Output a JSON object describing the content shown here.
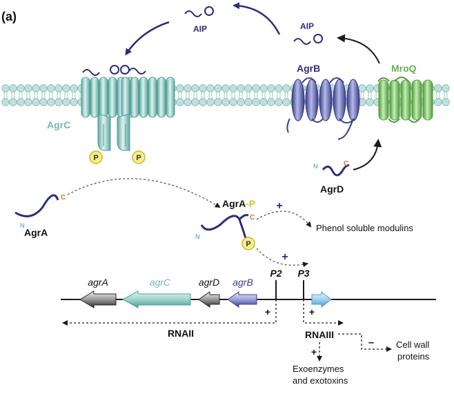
{
  "panel_label": "(a)",
  "aip_label_left": "AIP",
  "aip_label_right": "AIP",
  "proteins": {
    "agrB": "AgrB",
    "mroQ": "MroQ",
    "agrC": "AgrC",
    "agrD": "AgrD",
    "agrA": "AgrA",
    "agrA_p_main": "AgrA",
    "agrA_p_suffix": "-P"
  },
  "terminals": {
    "n": "N",
    "c": "C"
  },
  "phospho": "P",
  "signs": {
    "plus": "+",
    "minus": "–"
  },
  "outputs": {
    "psm": "Phenol soluble modulins",
    "exo_line1": "Exoenzymes",
    "exo_line2": "and exotoxins",
    "cwp_line1": "Cell wall",
    "cwp_line2": "proteins"
  },
  "genes": {
    "agrA": "agrA",
    "agrC": "agrC",
    "agrD": "agrD",
    "agrB": "agrB"
  },
  "promoters": {
    "p2": "P2",
    "p3": "P3"
  },
  "transcripts": {
    "rnaII": "RNAII",
    "rnaIII": "RNAIII"
  },
  "colors": {
    "navy": "#2b2d7a",
    "teal": "#8fc9c3",
    "teal_dark": "#4e9d96",
    "green": "#5db548",
    "membrane": "#bfe0dd",
    "phospho_fill": "#f4ef8a",
    "phospho_stroke": "#c8b92a",
    "orange": "#e06d2b",
    "light_blue": "#8ec8e8"
  }
}
